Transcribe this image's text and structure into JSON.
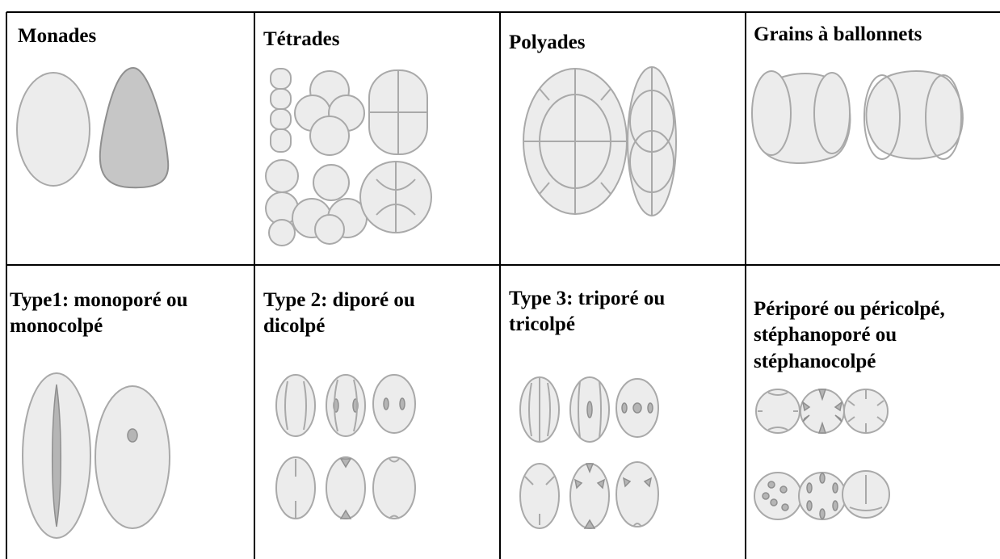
{
  "table": {
    "row1": {
      "monades": "Monades",
      "tetrades": "Tétrades",
      "polyades": "Polyades",
      "ballonnets": "Grains à ballonnets"
    },
    "row2": {
      "type1": {
        "line1": "Type1: monoporé ou",
        "line2": "monocolpé"
      },
      "type2": {
        "line1": "Type 2: diporé ou",
        "line2": "dicolpé"
      },
      "type3": {
        "line1": "Type 3: triporé ou",
        "line2": "tricolpé"
      },
      "peri": {
        "line1": "Périporé ou péricolpé,",
        "line2": "stéphanoporé ou",
        "line3": "stéphanocolpé"
      }
    }
  },
  "colors": {
    "grain_fill": "#ececec",
    "grain_outline": "#a9a9a9",
    "dark_grain": "#c6c6c6"
  }
}
